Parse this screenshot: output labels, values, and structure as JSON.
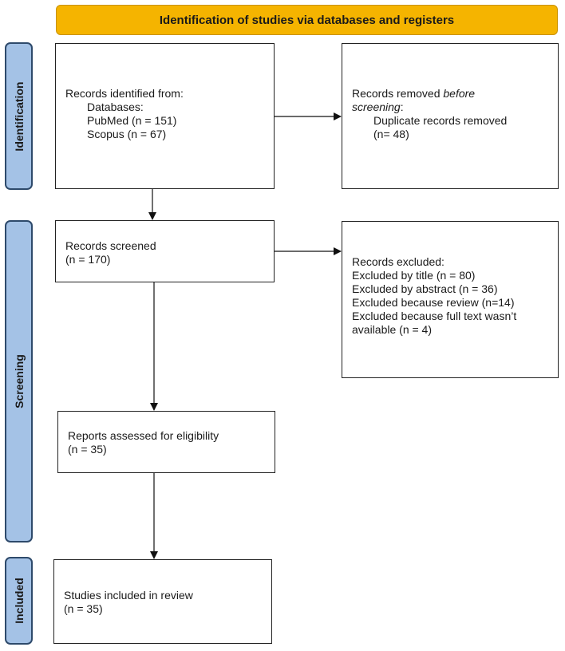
{
  "header": {
    "title": "Identification of studies via databases and registers"
  },
  "phases": {
    "identification": "Identification",
    "screening": "Screening",
    "included": "Included"
  },
  "boxes": {
    "records_identified": {
      "line1": "Records identified from:",
      "line2": "Databases:",
      "line3": "PubMed (n = 151)",
      "line4": "Scopus (n = 67)"
    },
    "records_removed": {
      "line1_prefix": "Records removed ",
      "line1_emph": "before",
      "line2_emph": "screening",
      "line2_suffix": ":",
      "line3": "Duplicate records removed",
      "line4": "(n= 48)"
    },
    "records_screened": {
      "line1": "Records screened",
      "line2": "(n = 170)"
    },
    "records_excluded": {
      "line1": "Records excluded:",
      "line2": "Excluded by title (n = 80)",
      "line3": "Excluded by abstract (n = 36)",
      "line4": "Excluded because review (n=14)",
      "line5": "Excluded because full text wasn’t",
      "line6": "available (n = 4)"
    },
    "reports_assessed": {
      "line1": "Reports assessed for eligibility",
      "line2": "(n = 35)"
    },
    "studies_included": {
      "line1": "Studies included in review",
      "line2": "(n = 35)"
    }
  }
}
